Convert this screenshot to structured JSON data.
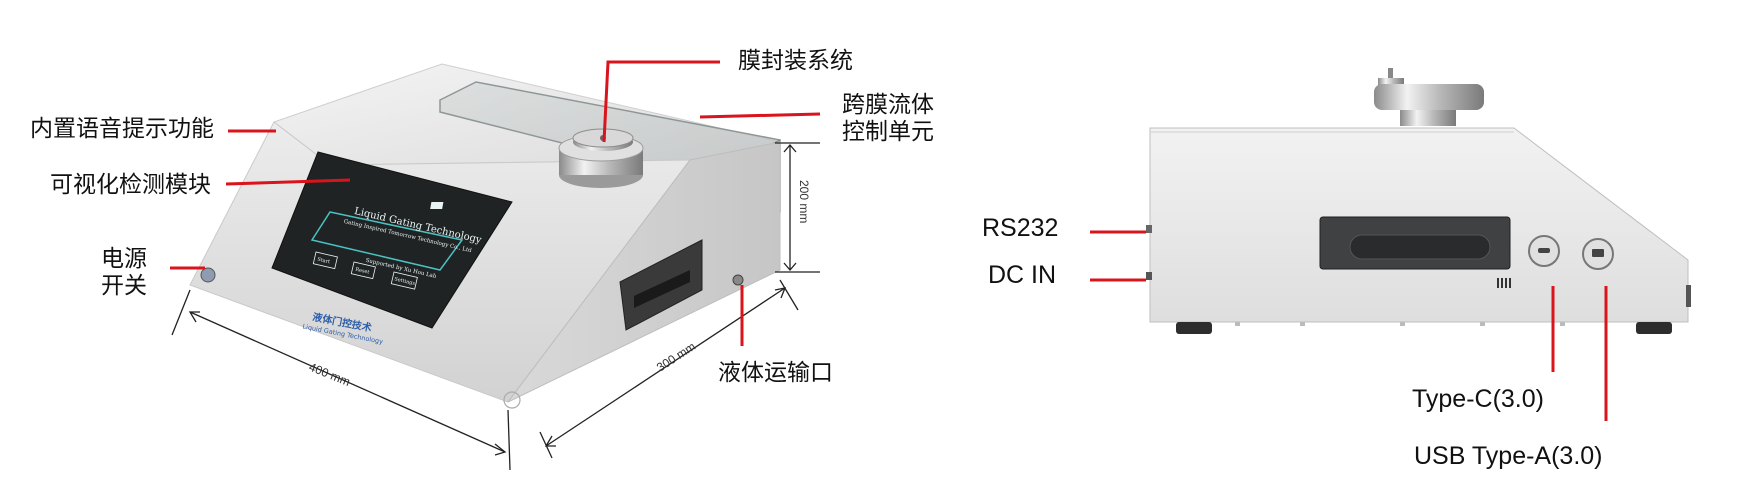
{
  "left_labels": {
    "membrane_seal": "膜封装系统",
    "voice_prompt": "内置语音提示功能",
    "visual_detection": "可视化检测模块",
    "power_switch": [
      "电源",
      "开关"
    ],
    "trans_membrane_fluid": [
      "跨膜流体",
      "控制单元"
    ],
    "liquid_port": "液体运输口"
  },
  "right_labels": {
    "rs232": "RS232",
    "dc_in": "DC IN",
    "type_c": "Type-C(3.0)",
    "usb_a": "USB Type-A(3.0)"
  },
  "dimensions": {
    "width": "400 mm",
    "depth": "300 mm",
    "height": "200 mm"
  },
  "device_screen": {
    "title": "Liquid Gating Technology",
    "subtitle": "Gating Inspired Tomorrow Technology Co., Ltd",
    "supported": "Supported by Xu Hou Lab",
    "buttons": [
      "Start",
      "Reset",
      "Settings"
    ]
  },
  "device_branding": {
    "cn": "液体门控技术",
    "en": "Liquid Gating Technology"
  },
  "colors": {
    "callout": "#d9141c",
    "body": "#e9e9e9",
    "screen": "#1f2323",
    "accent": "#4bc2c2"
  }
}
